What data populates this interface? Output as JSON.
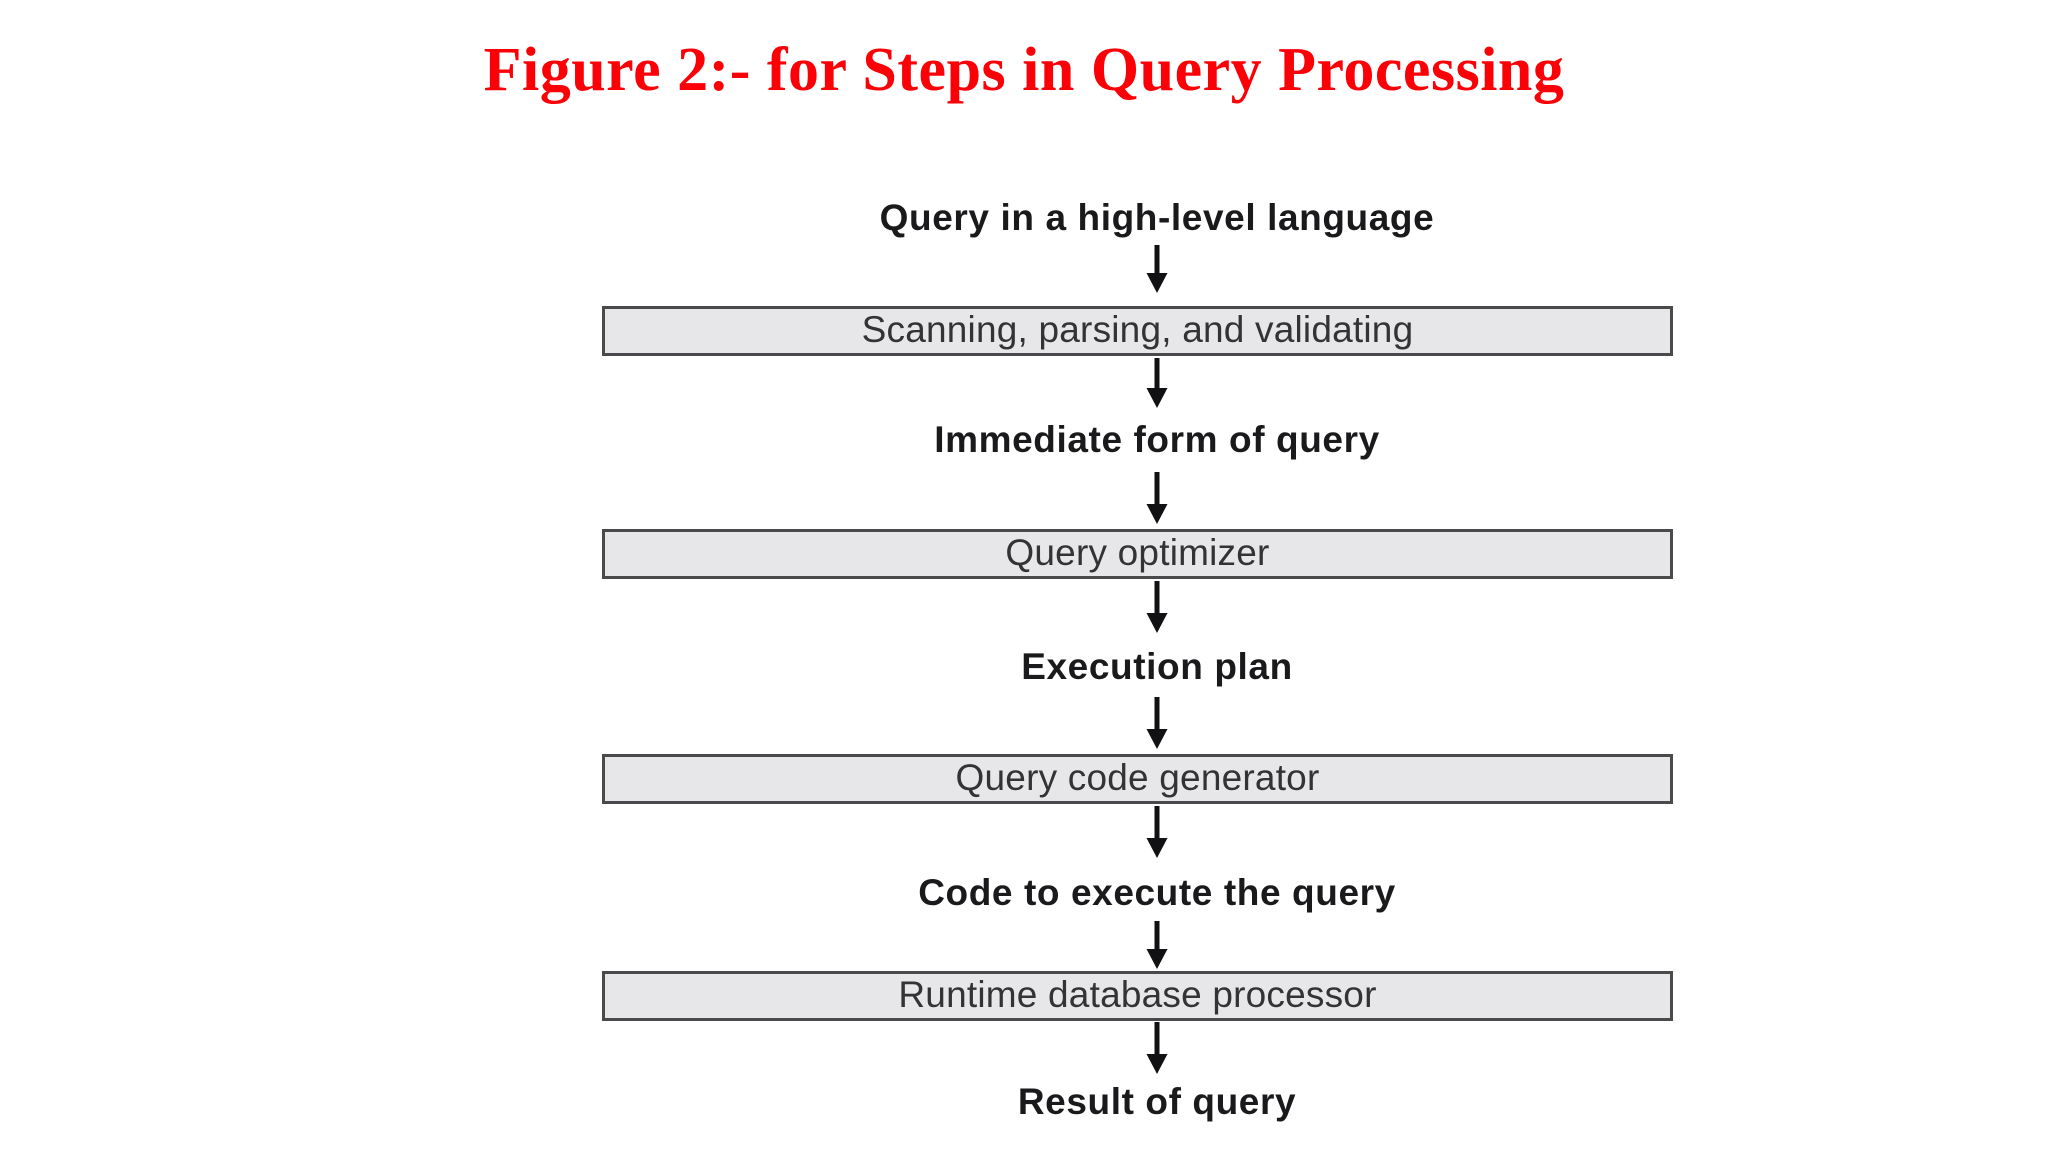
{
  "slide": {
    "background_color": "#ffffff",
    "title": "Figure 2:- for Steps in Query Processing",
    "title_color": "#fb0007"
  },
  "diagram": {
    "name": "steps-in-query-processing-flowchart",
    "type": "flowchart",
    "orientation": "top-to-bottom",
    "box_fill_color": "#e7e7e9",
    "box_border_color": "#4a4a4c",
    "arrow_color": "#111113",
    "label_color": "#1a1a1c",
    "box_text_color": "#333336",
    "nodes": [
      {
        "kind": "label",
        "text": "Query in a high-level language"
      },
      {
        "kind": "box",
        "text": "Scanning, parsing, and validating"
      },
      {
        "kind": "label",
        "text": "Immediate form of query"
      },
      {
        "kind": "box",
        "text": "Query optimizer"
      },
      {
        "kind": "label",
        "text": "Execution plan"
      },
      {
        "kind": "box",
        "text": "Query code generator"
      },
      {
        "kind": "label",
        "text": "Code to execute the query"
      },
      {
        "kind": "box",
        "text": "Runtime database processor"
      },
      {
        "kind": "label",
        "text": "Result of query"
      }
    ],
    "connectors": [
      {
        "from": "Query in a high-level language",
        "to": "Scanning, parsing, and validating",
        "glyph": "down-arrow"
      },
      {
        "from": "Scanning, parsing, and validating",
        "to": "Immediate form of query",
        "glyph": "down-arrow"
      },
      {
        "from": "Immediate form of query",
        "to": "Query optimizer",
        "glyph": "down-arrow"
      },
      {
        "from": "Query optimizer",
        "to": "Execution plan",
        "glyph": "down-arrow"
      },
      {
        "from": "Execution plan",
        "to": "Query code generator",
        "glyph": "down-arrow"
      },
      {
        "from": "Query code generator",
        "to": "Code to execute the query",
        "glyph": "down-arrow"
      },
      {
        "from": "Code to execute the query",
        "to": "Runtime database processor",
        "glyph": "down-arrow"
      },
      {
        "from": "Runtime database processor",
        "to": "Result of query",
        "glyph": "down-arrow"
      }
    ]
  }
}
